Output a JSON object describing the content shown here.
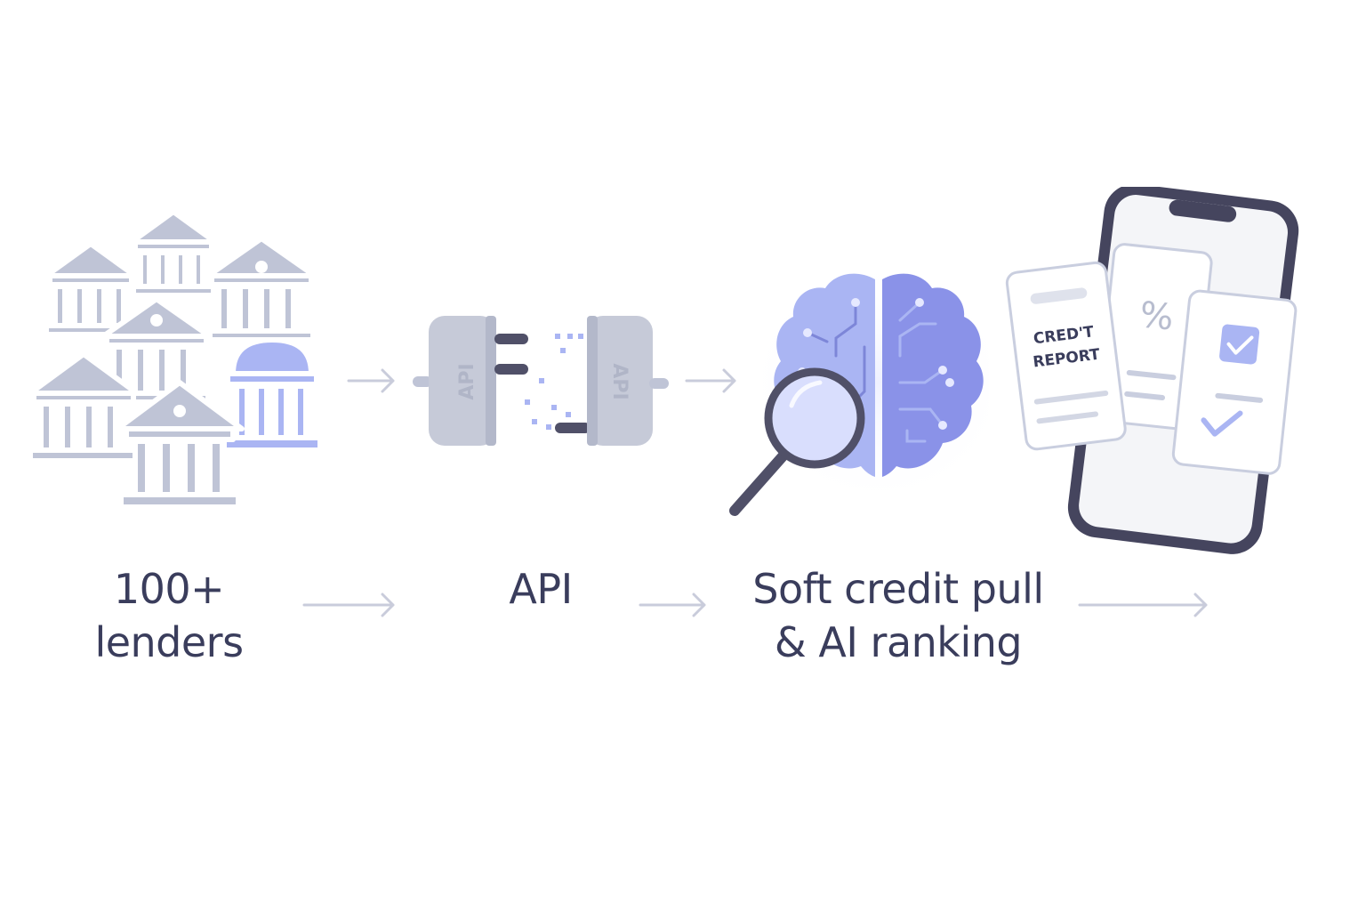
{
  "steps": [
    {
      "title": "100+",
      "subtitle": "lenders",
      "icon": "banks-icon"
    },
    {
      "title": "API",
      "subtitle": "",
      "icon": "api-plug-icon"
    },
    {
      "title": "Soft credit pull",
      "subtitle": "& AI ranking",
      "icon": "brain-magnifier-icon"
    },
    {
      "title": "",
      "subtitle": "",
      "icon": "phone-credit-report-icon"
    }
  ],
  "api_plug": {
    "left_text": "API",
    "right_text": "API"
  },
  "report_card": {
    "line1": "CRED'T",
    "line2": "REPORT"
  },
  "percent_card": {
    "symbol": "%"
  },
  "colors": {
    "text": "#3a3d5c",
    "gray_icon": "#bfc4d6",
    "accent": "#aab5f3",
    "accent_dark": "#8a92e8",
    "arrow": "#c9ccdb",
    "phone_frame": "#45455e"
  }
}
